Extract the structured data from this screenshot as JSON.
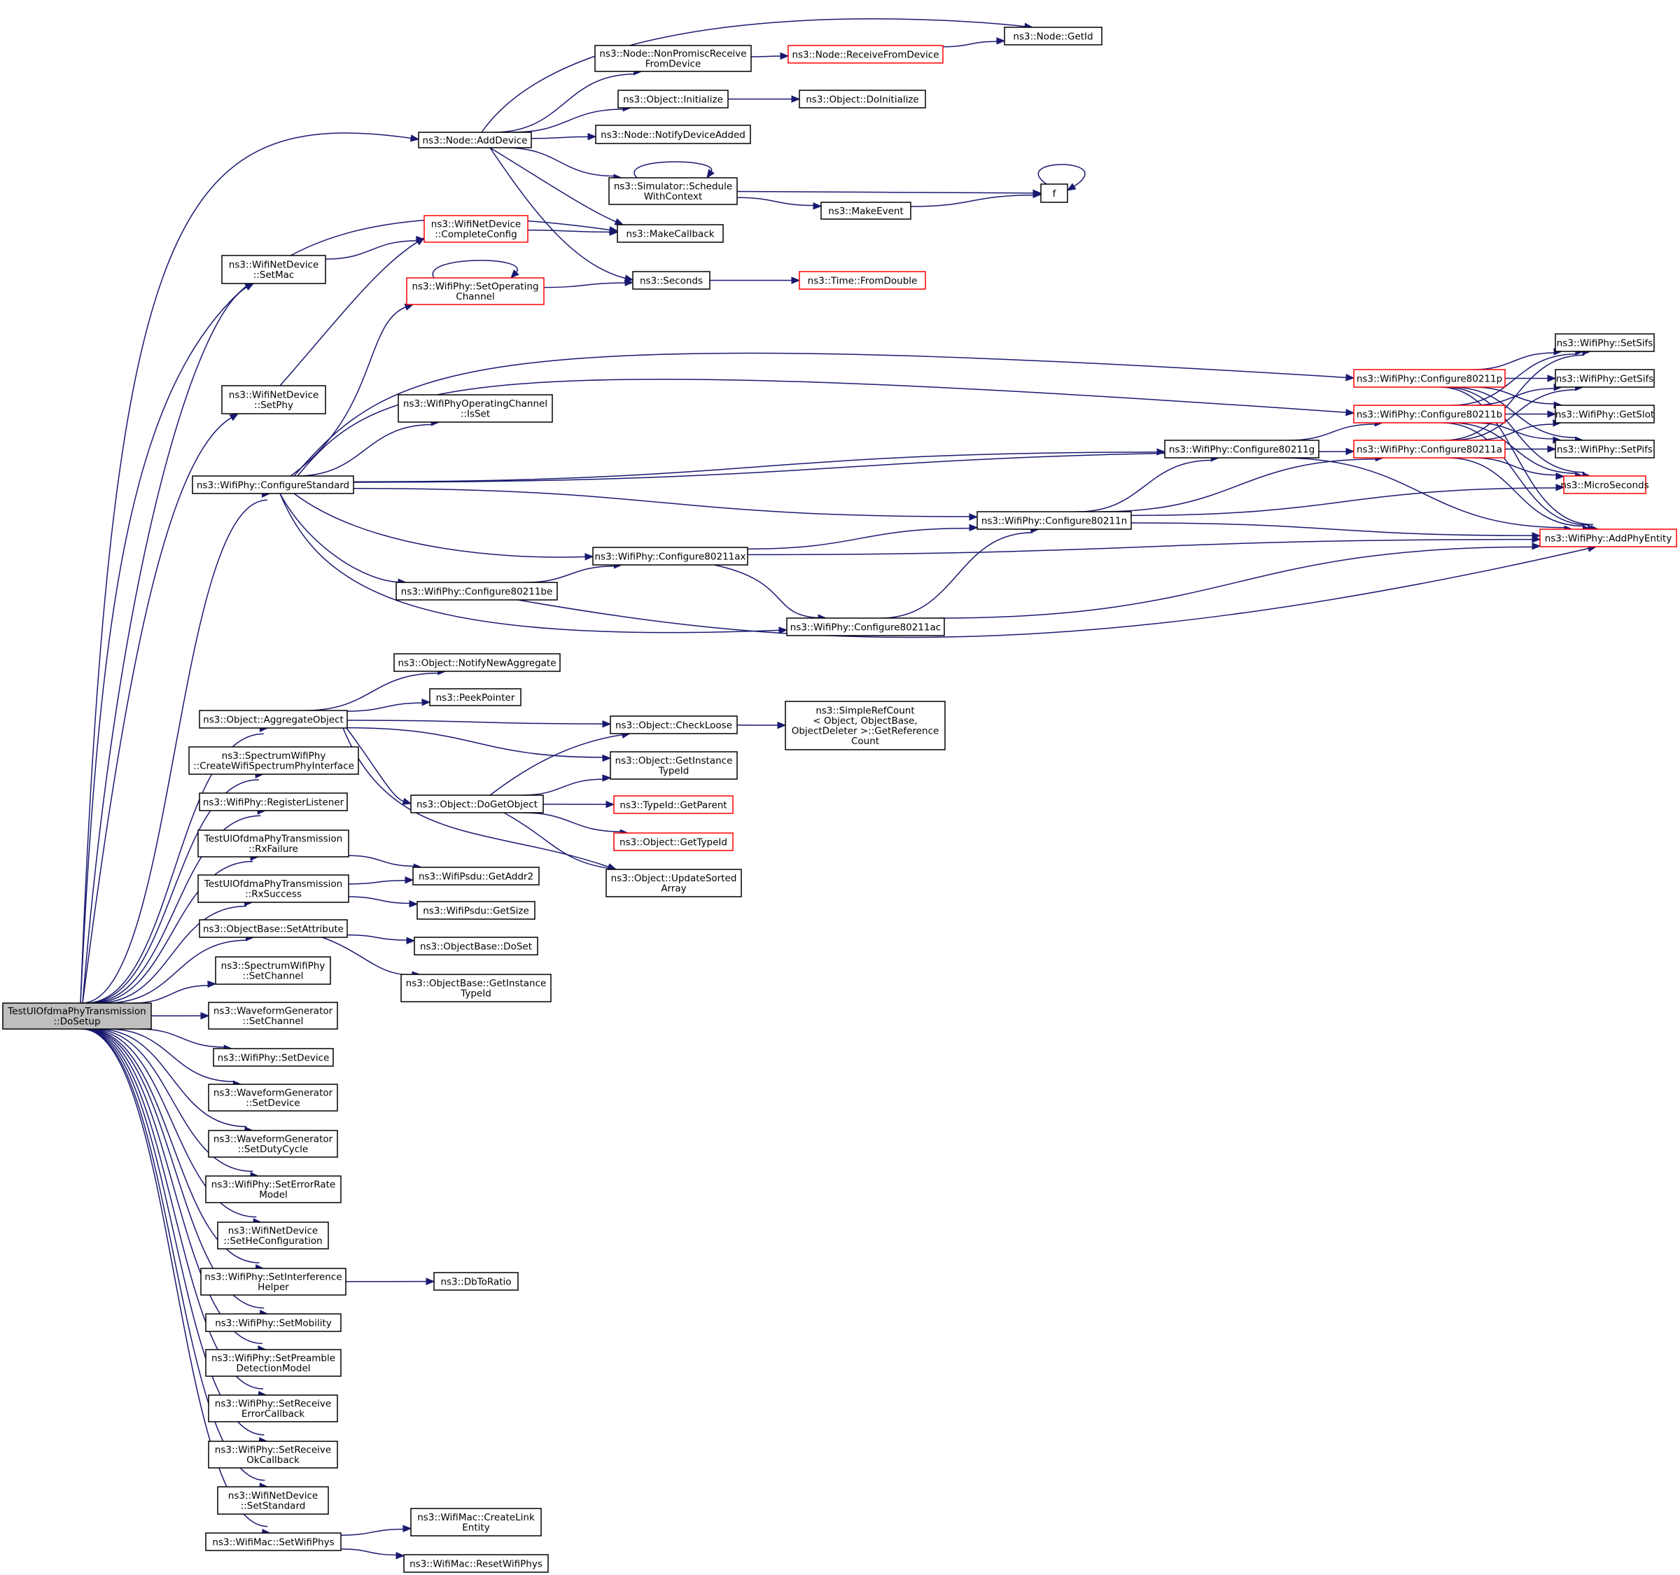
{
  "diagram": {
    "kind": "call graph",
    "nodes": [
      {
        "id": "root",
        "lines": [
          "TestUlOfdmaPhyTransmission",
          "::DoSetup"
        ],
        "style": "root"
      },
      {
        "id": "addDevice",
        "lines": [
          "ns3::Node::AddDevice"
        ],
        "style": "normal"
      },
      {
        "id": "getId",
        "lines": [
          "ns3::Node::GetId"
        ],
        "style": "normal"
      },
      {
        "id": "nonPromisc",
        "lines": [
          "ns3::Node::NonPromiscReceive",
          "FromDevice"
        ],
        "style": "normal"
      },
      {
        "id": "receiveFromDevice",
        "lines": [
          "ns3::Node::ReceiveFromDevice"
        ],
        "style": "red"
      },
      {
        "id": "initialize",
        "lines": [
          "ns3::Object::Initialize"
        ],
        "style": "normal"
      },
      {
        "id": "doInitialize",
        "lines": [
          "ns3::Object::DoInitialize"
        ],
        "style": "normal"
      },
      {
        "id": "notifyDeviceAdded",
        "lines": [
          "ns3::Node::NotifyDeviceAdded"
        ],
        "style": "normal"
      },
      {
        "id": "schedule",
        "lines": [
          "ns3::Simulator::Schedule",
          "WithContext"
        ],
        "style": "normal"
      },
      {
        "id": "f",
        "lines": [
          "f"
        ],
        "style": "normal"
      },
      {
        "id": "makeEvent",
        "lines": [
          "ns3::MakeEvent"
        ],
        "style": "normal"
      },
      {
        "id": "makeCallback",
        "lines": [
          "ns3::MakeCallback"
        ],
        "style": "normal"
      },
      {
        "id": "completeConfig",
        "lines": [
          "ns3::WifiNetDevice",
          "::CompleteConfig"
        ],
        "style": "red"
      },
      {
        "id": "setMac",
        "lines": [
          "ns3::WifiNetDevice",
          "::SetMac"
        ],
        "style": "normal"
      },
      {
        "id": "setOperatingChannel",
        "lines": [
          "ns3::WifiPhy::SetOperating",
          "Channel"
        ],
        "style": "red"
      },
      {
        "id": "seconds",
        "lines": [
          "ns3::Seconds"
        ],
        "style": "normal"
      },
      {
        "id": "fromDouble",
        "lines": [
          "ns3::Time::FromDouble"
        ],
        "style": "red"
      },
      {
        "id": "setPhy",
        "lines": [
          "ns3::WifiNetDevice",
          "::SetPhy"
        ],
        "style": "normal"
      },
      {
        "id": "isSet",
        "lines": [
          "ns3::WifiPhyOperatingChannel",
          "::IsSet"
        ],
        "style": "normal"
      },
      {
        "id": "configureStandard",
        "lines": [
          "ns3::WifiPhy::ConfigureStandard"
        ],
        "style": "normal"
      },
      {
        "id": "c80211p",
        "lines": [
          "ns3::WifiPhy::Configure80211p"
        ],
        "style": "red"
      },
      {
        "id": "c80211b",
        "lines": [
          "ns3::WifiPhy::Configure80211b"
        ],
        "style": "red"
      },
      {
        "id": "c80211a",
        "lines": [
          "ns3::WifiPhy::Configure80211a"
        ],
        "style": "red"
      },
      {
        "id": "c80211g",
        "lines": [
          "ns3::WifiPhy::Configure80211g"
        ],
        "style": "normal"
      },
      {
        "id": "c80211n",
        "lines": [
          "ns3::WifiPhy::Configure80211n"
        ],
        "style": "normal"
      },
      {
        "id": "c80211ax",
        "lines": [
          "ns3::WifiPhy::Configure80211ax"
        ],
        "style": "normal"
      },
      {
        "id": "c80211be",
        "lines": [
          "ns3::WifiPhy::Configure80211be"
        ],
        "style": "normal"
      },
      {
        "id": "c80211ac",
        "lines": [
          "ns3::WifiPhy::Configure80211ac"
        ],
        "style": "normal"
      },
      {
        "id": "setSifs",
        "lines": [
          "ns3::WifiPhy::SetSifs"
        ],
        "style": "normal"
      },
      {
        "id": "getSifs",
        "lines": [
          "ns3::WifiPhy::GetSifs"
        ],
        "style": "normal"
      },
      {
        "id": "getSlot",
        "lines": [
          "ns3::WifiPhy::GetSlot"
        ],
        "style": "normal"
      },
      {
        "id": "setPifs",
        "lines": [
          "ns3::WifiPhy::SetPifs"
        ],
        "style": "normal"
      },
      {
        "id": "microSeconds",
        "lines": [
          "ns3::MicroSeconds"
        ],
        "style": "red"
      },
      {
        "id": "addPhyEntity",
        "lines": [
          "ns3::WifiPhy::AddPhyEntity"
        ],
        "style": "red"
      },
      {
        "id": "notifyNewAggregate",
        "lines": [
          "ns3::Object::NotifyNewAggregate"
        ],
        "style": "normal"
      },
      {
        "id": "peekPointer",
        "lines": [
          "ns3::PeekPointer"
        ],
        "style": "normal"
      },
      {
        "id": "aggregateObject",
        "lines": [
          "ns3::Object::AggregateObject"
        ],
        "style": "normal"
      },
      {
        "id": "checkLoose",
        "lines": [
          "ns3::Object::CheckLoose"
        ],
        "style": "normal"
      },
      {
        "id": "simpleRefCount",
        "lines": [
          "ns3::SimpleRefCount",
          "< Object, ObjectBase,",
          " ObjectDeleter >::GetReference",
          "Count"
        ],
        "style": "normal"
      },
      {
        "id": "getInstanceTypeId",
        "lines": [
          "ns3::Object::GetInstance",
          "TypeId"
        ],
        "style": "normal"
      },
      {
        "id": "createWifiSpectrum",
        "lines": [
          "ns3::SpectrumWifiPhy",
          "::CreateWifiSpectrumPhyInterface"
        ],
        "style": "normal"
      },
      {
        "id": "registerListener",
        "lines": [
          "ns3::WifiPhy::RegisterListener"
        ],
        "style": "normal"
      },
      {
        "id": "doGetObject",
        "lines": [
          "ns3::Object::DoGetObject"
        ],
        "style": "normal"
      },
      {
        "id": "getParent",
        "lines": [
          "ns3::TypeId::GetParent"
        ],
        "style": "red"
      },
      {
        "id": "getTypeId",
        "lines": [
          "ns3::Object::GetTypeId"
        ],
        "style": "red"
      },
      {
        "id": "rxFailure",
        "lines": [
          "TestUlOfdmaPhyTransmission",
          "::RxFailure"
        ],
        "style": "normal"
      },
      {
        "id": "updateSorted",
        "lines": [
          "ns3::Object::UpdateSorted",
          "Array"
        ],
        "style": "normal"
      },
      {
        "id": "getAddr2",
        "lines": [
          "ns3::WifiPsdu::GetAddr2"
        ],
        "style": "normal"
      },
      {
        "id": "rxSuccess",
        "lines": [
          "TestUlOfdmaPhyTransmission",
          "::RxSuccess"
        ],
        "style": "normal"
      },
      {
        "id": "getSize",
        "lines": [
          "ns3::WifiPsdu::GetSize"
        ],
        "style": "normal"
      },
      {
        "id": "setAttribute",
        "lines": [
          "ns3::ObjectBase::SetAttribute"
        ],
        "style": "normal"
      },
      {
        "id": "doSet",
        "lines": [
          "ns3::ObjectBase::DoSet"
        ],
        "style": "normal"
      },
      {
        "id": "obGetInstanceTypeId",
        "lines": [
          "ns3::ObjectBase::GetInstance",
          "TypeId"
        ],
        "style": "normal"
      },
      {
        "id": "spSetChannel",
        "lines": [
          "ns3::SpectrumWifiPhy",
          "::SetChannel"
        ],
        "style": "normal"
      },
      {
        "id": "wgSetChannel",
        "lines": [
          "ns3::WaveformGenerator",
          "::SetChannel"
        ],
        "style": "normal"
      },
      {
        "id": "setDevice",
        "lines": [
          "ns3::WifiPhy::SetDevice"
        ],
        "style": "normal"
      },
      {
        "id": "wgSetDevice",
        "lines": [
          "ns3::WaveformGenerator",
          "::SetDevice"
        ],
        "style": "normal"
      },
      {
        "id": "wgSetDutyCycle",
        "lines": [
          "ns3::WaveformGenerator",
          "::SetDutyCycle"
        ],
        "style": "normal"
      },
      {
        "id": "setErrorRate",
        "lines": [
          "ns3::WifiPhy::SetErrorRate",
          "Model"
        ],
        "style": "normal"
      },
      {
        "id": "setHeConfig",
        "lines": [
          "ns3::WifiNetDevice",
          "::SetHeConfiguration"
        ],
        "style": "normal"
      },
      {
        "id": "setInterference",
        "lines": [
          "ns3::WifiPhy::SetInterference",
          "Helper"
        ],
        "style": "normal"
      },
      {
        "id": "dbToRatio",
        "lines": [
          "ns3::DbToRatio"
        ],
        "style": "normal"
      },
      {
        "id": "setMobility",
        "lines": [
          "ns3::WifiPhy::SetMobility"
        ],
        "style": "normal"
      },
      {
        "id": "setPreamble",
        "lines": [
          "ns3::WifiPhy::SetPreamble",
          "DetectionModel"
        ],
        "style": "normal"
      },
      {
        "id": "setRxError",
        "lines": [
          "ns3::WifiPhy::SetReceive",
          "ErrorCallback"
        ],
        "style": "normal"
      },
      {
        "id": "setRxOk",
        "lines": [
          "ns3::WifiPhy::SetReceive",
          "OkCallback"
        ],
        "style": "normal"
      },
      {
        "id": "setStandard",
        "lines": [
          "ns3::WifiNetDevice",
          "::SetStandard"
        ],
        "style": "normal"
      },
      {
        "id": "setWifiPhys",
        "lines": [
          "ns3::WifiMac::SetWifiPhys"
        ],
        "style": "normal"
      },
      {
        "id": "createLinkEntity",
        "lines": [
          "ns3::WifiMac::CreateLink",
          "Entity"
        ],
        "style": "normal"
      },
      {
        "id": "resetWifiPhys",
        "lines": [
          "ns3::WifiMac::ResetWifiPhys"
        ],
        "style": "normal"
      }
    ],
    "edges": [
      [
        "root",
        "addDevice"
      ],
      [
        "root",
        "makeCallback"
      ],
      [
        "root",
        "setMac"
      ],
      [
        "root",
        "setPhy"
      ],
      [
        "root",
        "configureStandard"
      ],
      [
        "root",
        "aggregateObject"
      ],
      [
        "root",
        "createWifiSpectrum"
      ],
      [
        "root",
        "registerListener"
      ],
      [
        "root",
        "rxFailure"
      ],
      [
        "root",
        "rxSuccess"
      ],
      [
        "root",
        "setAttribute"
      ],
      [
        "root",
        "spSetChannel"
      ],
      [
        "root",
        "wgSetChannel"
      ],
      [
        "root",
        "setDevice"
      ],
      [
        "root",
        "wgSetDevice"
      ],
      [
        "root",
        "wgSetDutyCycle"
      ],
      [
        "root",
        "setErrorRate"
      ],
      [
        "root",
        "setHeConfig"
      ],
      [
        "root",
        "setInterference"
      ],
      [
        "root",
        "setMobility"
      ],
      [
        "root",
        "setPreamble"
      ],
      [
        "root",
        "setRxError"
      ],
      [
        "root",
        "setRxOk"
      ],
      [
        "root",
        "setStandard"
      ],
      [
        "root",
        "setWifiPhys"
      ],
      [
        "addDevice",
        "getId"
      ],
      [
        "addDevice",
        "nonPromisc"
      ],
      [
        "addDevice",
        "initialize"
      ],
      [
        "addDevice",
        "notifyDeviceAdded"
      ],
      [
        "addDevice",
        "schedule"
      ],
      [
        "addDevice",
        "makeCallback"
      ],
      [
        "addDevice",
        "seconds"
      ],
      [
        "nonPromisc",
        "receiveFromDevice"
      ],
      [
        "receiveFromDevice",
        "getId"
      ],
      [
        "initialize",
        "doInitialize"
      ],
      [
        "schedule",
        "schedule"
      ],
      [
        "schedule",
        "f"
      ],
      [
        "schedule",
        "makeEvent"
      ],
      [
        "makeEvent",
        "f"
      ],
      [
        "f",
        "f"
      ],
      [
        "setMac",
        "completeConfig"
      ],
      [
        "setPhy",
        "completeConfig"
      ],
      [
        "completeConfig",
        "makeCallback"
      ],
      [
        "setOperatingChannel",
        "setOperatingChannel"
      ],
      [
        "setOperatingChannel",
        "seconds"
      ],
      [
        "seconds",
        "fromDouble"
      ],
      [
        "configureStandard",
        "setOperatingChannel"
      ],
      [
        "configureStandard",
        "isSet"
      ],
      [
        "configureStandard",
        "c80211p"
      ],
      [
        "configureStandard",
        "c80211b"
      ],
      [
        "configureStandard",
        "c80211a"
      ],
      [
        "configureStandard",
        "c80211g"
      ],
      [
        "configureStandard",
        "c80211n"
      ],
      [
        "configureStandard",
        "c80211ax"
      ],
      [
        "configureStandard",
        "c80211be"
      ],
      [
        "configureStandard",
        "c80211ac"
      ],
      [
        "c80211p",
        "setSifs"
      ],
      [
        "c80211p",
        "getSifs"
      ],
      [
        "c80211p",
        "getSlot"
      ],
      [
        "c80211p",
        "setPifs"
      ],
      [
        "c80211p",
        "microSeconds"
      ],
      [
        "c80211p",
        "addPhyEntity"
      ],
      [
        "c80211b",
        "setSifs"
      ],
      [
        "c80211b",
        "getSifs"
      ],
      [
        "c80211b",
        "getSlot"
      ],
      [
        "c80211b",
        "setPifs"
      ],
      [
        "c80211b",
        "microSeconds"
      ],
      [
        "c80211b",
        "addPhyEntity"
      ],
      [
        "c80211a",
        "setSifs"
      ],
      [
        "c80211a",
        "getSifs"
      ],
      [
        "c80211a",
        "getSlot"
      ],
      [
        "c80211a",
        "setPifs"
      ],
      [
        "c80211a",
        "microSeconds"
      ],
      [
        "c80211a",
        "addPhyEntity"
      ],
      [
        "c80211g",
        "c80211b"
      ],
      [
        "c80211g",
        "addPhyEntity"
      ],
      [
        "c80211n",
        "c80211g"
      ],
      [
        "c80211n",
        "c80211a"
      ],
      [
        "c80211n",
        "microSeconds"
      ],
      [
        "c80211n",
        "addPhyEntity"
      ],
      [
        "c80211ax",
        "c80211n"
      ],
      [
        "c80211ax",
        "c80211ac"
      ],
      [
        "c80211ax",
        "addPhyEntity"
      ],
      [
        "c80211be",
        "c80211ax"
      ],
      [
        "c80211be",
        "addPhyEntity"
      ],
      [
        "c80211ac",
        "c80211n"
      ],
      [
        "c80211ac",
        "addPhyEntity"
      ],
      [
        "aggregateObject",
        "notifyNewAggregate"
      ],
      [
        "aggregateObject",
        "peekPointer"
      ],
      [
        "aggregateObject",
        "checkLoose"
      ],
      [
        "aggregateObject",
        "getInstanceTypeId"
      ],
      [
        "aggregateObject",
        "doGetObject"
      ],
      [
        "aggregateObject",
        "updateSorted"
      ],
      [
        "checkLoose",
        "simpleRefCount"
      ],
      [
        "doGetObject",
        "checkLoose"
      ],
      [
        "doGetObject",
        "getInstanceTypeId"
      ],
      [
        "doGetObject",
        "getParent"
      ],
      [
        "doGetObject",
        "getTypeId"
      ],
      [
        "doGetObject",
        "updateSorted"
      ],
      [
        "rxFailure",
        "getAddr2"
      ],
      [
        "rxSuccess",
        "getAddr2"
      ],
      [
        "rxSuccess",
        "getSize"
      ],
      [
        "setAttribute",
        "doSet"
      ],
      [
        "setAttribute",
        "obGetInstanceTypeId"
      ],
      [
        "setInterference",
        "dbToRatio"
      ],
      [
        "setWifiPhys",
        "createLinkEntity"
      ],
      [
        "setWifiPhys",
        "resetWifiPhys"
      ]
    ]
  }
}
